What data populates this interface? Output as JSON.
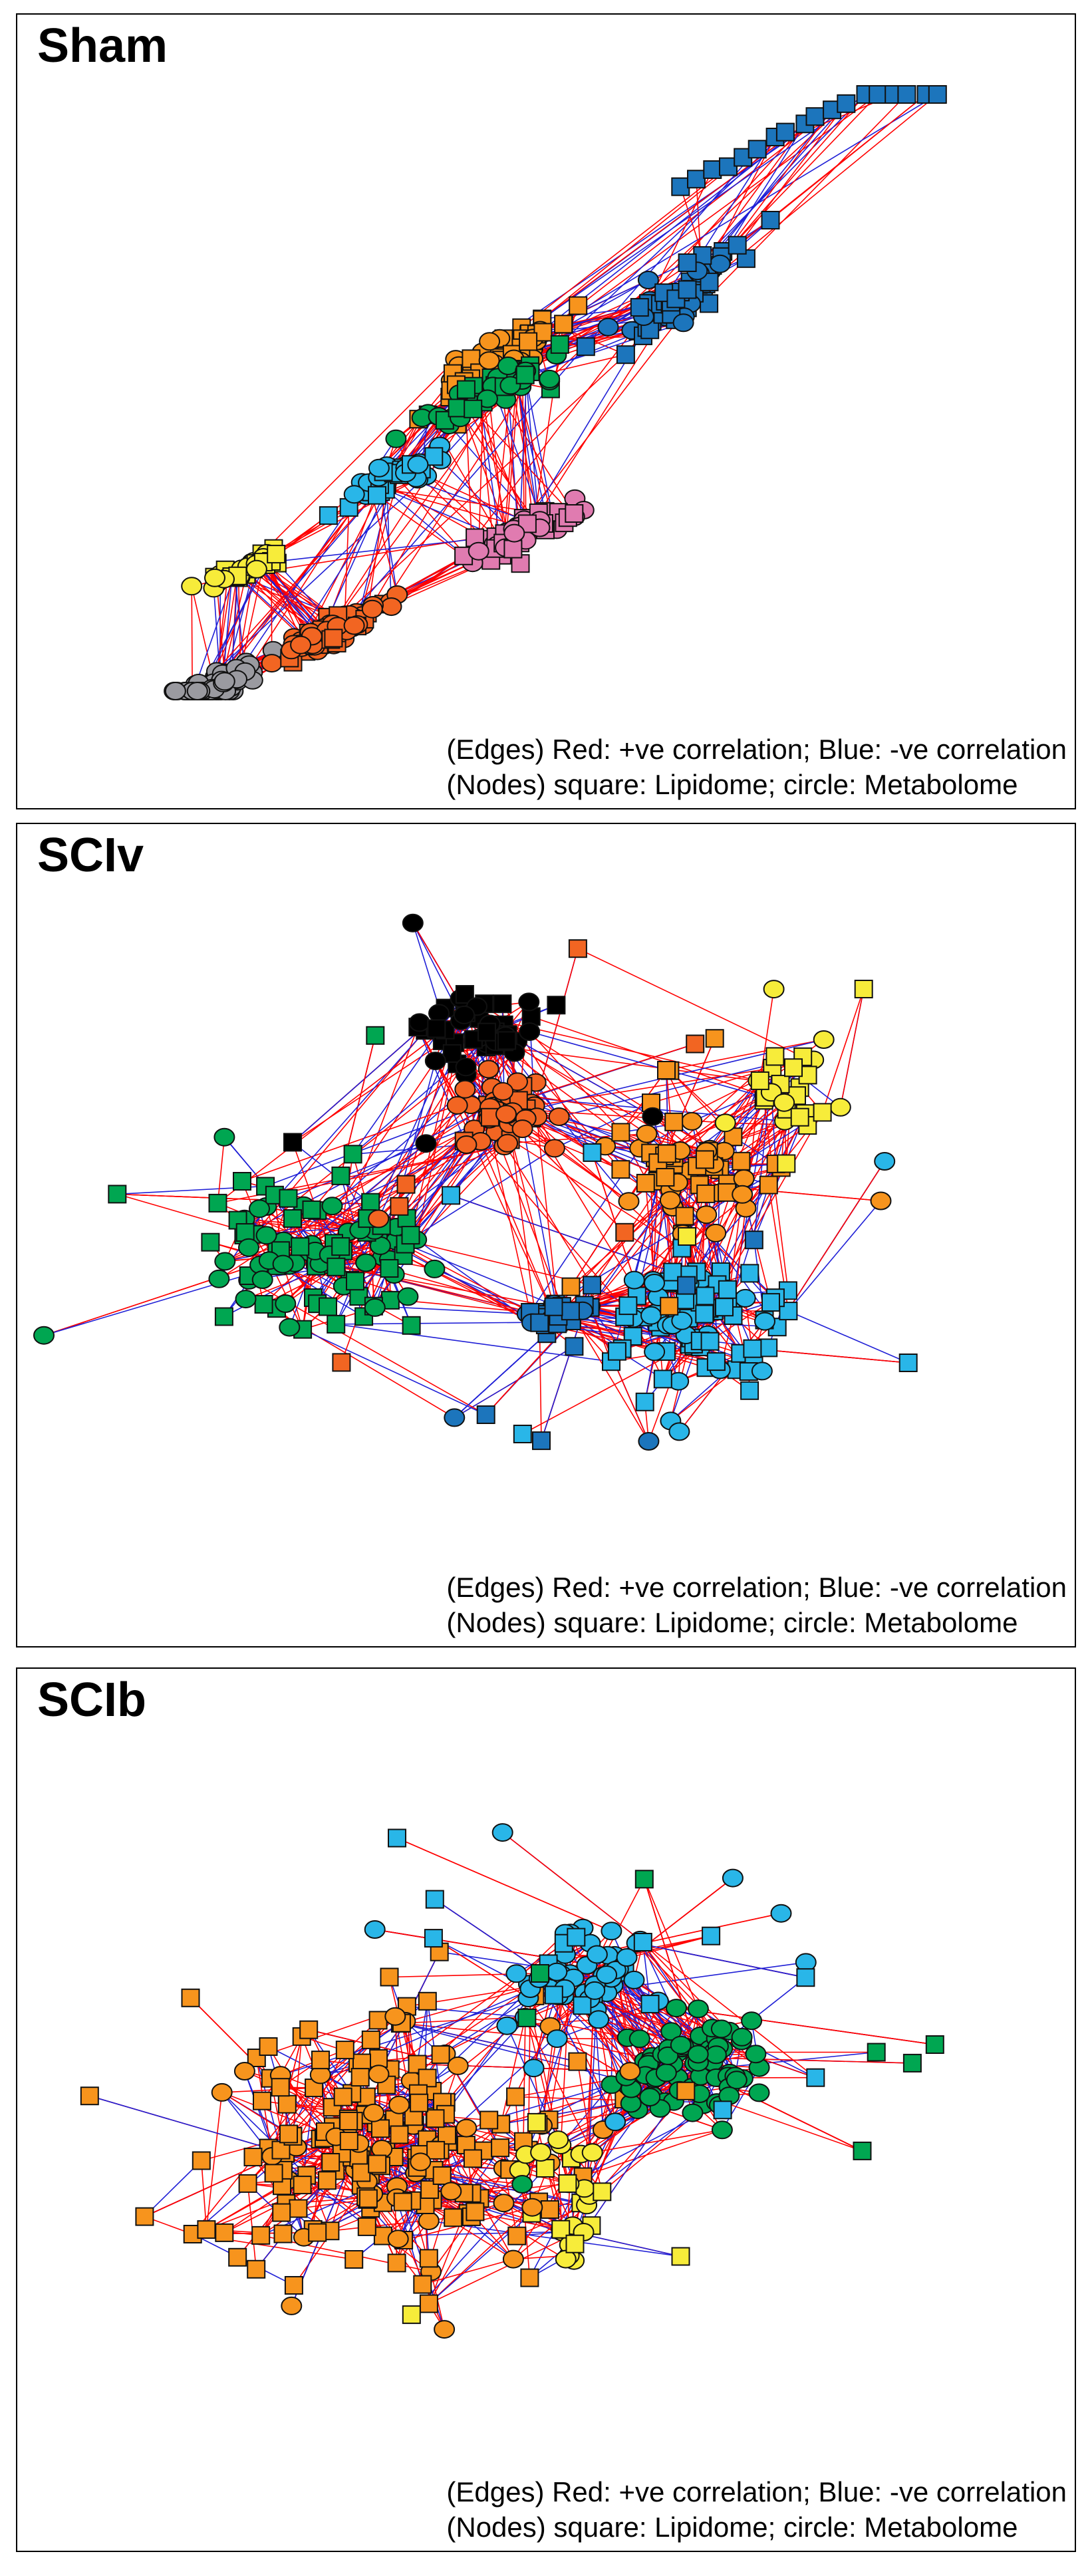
{
  "panels": [
    {
      "title": "Sham",
      "legend_edges": "(Edges) Red: +ve correlation; Blue: -ve correlation",
      "legend_nodes": "(Nodes) square: Lipidome; circle: Metabolome",
      "module_colors": [
        "#9a9aa0",
        "#f26522",
        "#f7ec3a",
        "#f7941d",
        "#00a651",
        "#1c75bc",
        "#29b6e8",
        "#e07bb0"
      ]
    },
    {
      "title": "SCIv",
      "legend_edges": "(Edges) Red: +ve correlation; Blue: -ve correlation",
      "legend_nodes": "(Nodes) square: Lipidome; circle: Metabolome",
      "module_colors": [
        "#e07bb0",
        "#00a651",
        "#f7941d",
        "#f7ec3a",
        "#f26522",
        "#29b6e8",
        "#1c75bc"
      ]
    },
    {
      "title": "SCIb",
      "legend_edges": "(Edges) Red: +ve correlation; Blue: -ve correlation",
      "legend_nodes": "(Nodes) square: Lipidome; circle: Metabolome",
      "module_colors": [
        "#f7941d",
        "#29b6e8",
        "#00a651",
        "#f7ec3a"
      ]
    }
  ],
  "edge_colors": {
    "positive": "#ff0000",
    "negative": "#1f1fd6"
  }
}
